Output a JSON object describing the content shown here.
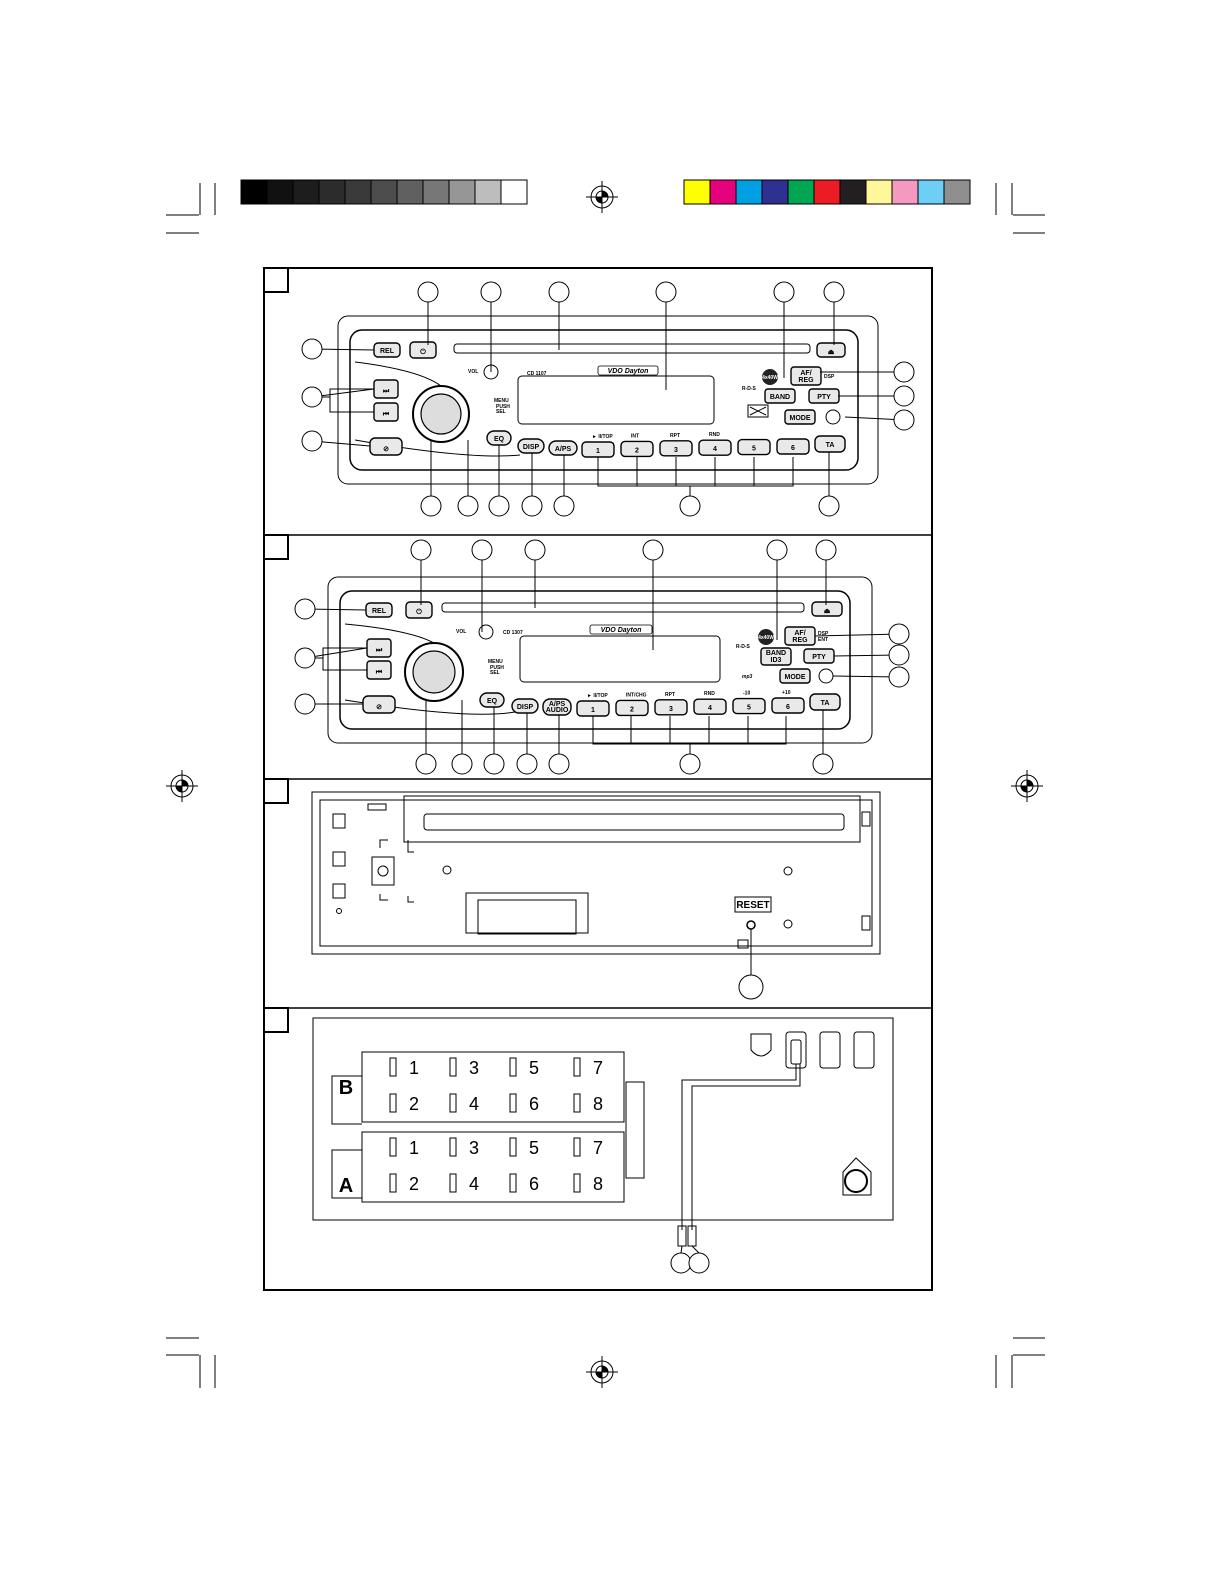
{
  "print_marks": {
    "gray_swatches": [
      "#000000",
      "#111111",
      "#1d1d1d",
      "#2c2c2c",
      "#3a3a3a",
      "#4d4d4d",
      "#606060",
      "#777777",
      "#969696",
      "#bdbdbd",
      "#ffffff"
    ],
    "color_swatches": [
      "#ffff00",
      "#e6007e",
      "#00a0e3",
      "#2e3192",
      "#00a651",
      "#ed1c24",
      "#231f20",
      "#fff799",
      "#f49ac1",
      "#6dcff6",
      "#8f8f8f"
    ]
  },
  "panel_1": {
    "model": "CD 1107",
    "brand": "VDO Dayton",
    "buttons": {
      "rel": "REL",
      "eq": "EQ",
      "disp": "DISP",
      "aps": "A/PS",
      "af_reg": [
        "AF/",
        "REG"
      ],
      "band": "BAND",
      "pty": "PTY",
      "mode": "MODE",
      "ta": "TA",
      "presets": [
        "1",
        "2",
        "3",
        "4",
        "5",
        "6"
      ]
    },
    "labels": {
      "vol": "VOL",
      "menu": "MENU",
      "push": "PUSH",
      "sel": "SEL",
      "dsp": "DSP",
      "rds": "R-D-S",
      "watt": "4x40W",
      "preset_tops": [
        "► II/TOP",
        "INT",
        "RPT",
        "RND"
      ]
    }
  },
  "panel_2": {
    "model": "CD 1307",
    "brand": "VDO Dayton",
    "buttons": {
      "rel": "REL",
      "eq": "EQ",
      "disp": "DISP",
      "aps": [
        "A/PS",
        "AUDIO"
      ],
      "af_reg": [
        "AF/",
        "REG"
      ],
      "band": [
        "BAND",
        "ID3"
      ],
      "pty": "PTY",
      "mode": "MODE",
      "ta": "TA",
      "presets": [
        "1",
        "2",
        "3",
        "4",
        "5",
        "6"
      ]
    },
    "labels": {
      "vol": "VOL",
      "menu": "MENU",
      "push": "PUSH",
      "sel": "SEL",
      "dsp": [
        "DSP",
        "ENT"
      ],
      "rds": "R-D-S",
      "watt": "4x40W",
      "mp3": "mp3",
      "preset_tops": [
        "► II/TOP",
        "INT/CHG",
        "RPT",
        "RND",
        "-10",
        "+10"
      ]
    }
  },
  "panel_3": {
    "reset_label": "RESET"
  },
  "panel_4": {
    "connector_b": {
      "letter": "B",
      "top_row": [
        "1",
        "3",
        "5",
        "7"
      ],
      "bottom_row": [
        "2",
        "4",
        "6",
        "8"
      ]
    },
    "connector_a": {
      "letter": "A",
      "top_row": [
        "1",
        "3",
        "5",
        "7"
      ],
      "bottom_row": [
        "2",
        "4",
        "6",
        "8"
      ]
    }
  }
}
